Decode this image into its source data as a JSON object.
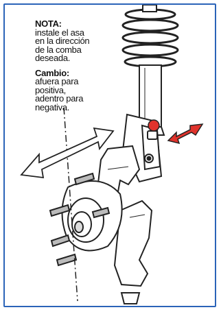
{
  "note": {
    "heading": "NOTA:",
    "lines": [
      "instale el asa",
      "en la dirección",
      "de la comba",
      "deseada."
    ]
  },
  "change": {
    "heading": "Cambio:",
    "lines": [
      "afuera para",
      "positiva,",
      "adentro para",
      "negativa."
    ]
  },
  "colors": {
    "frame": "#2a63b8",
    "adjust_arrow": "#e0332c",
    "outline": "#222222"
  },
  "icons": [
    "coil-spring-icon",
    "strut-icon",
    "camber-bracket-icon",
    "steering-knuckle-icon",
    "wheel-hub-icon",
    "double-arrow-icon",
    "red-double-arrow-icon",
    "centerline-icon"
  ]
}
